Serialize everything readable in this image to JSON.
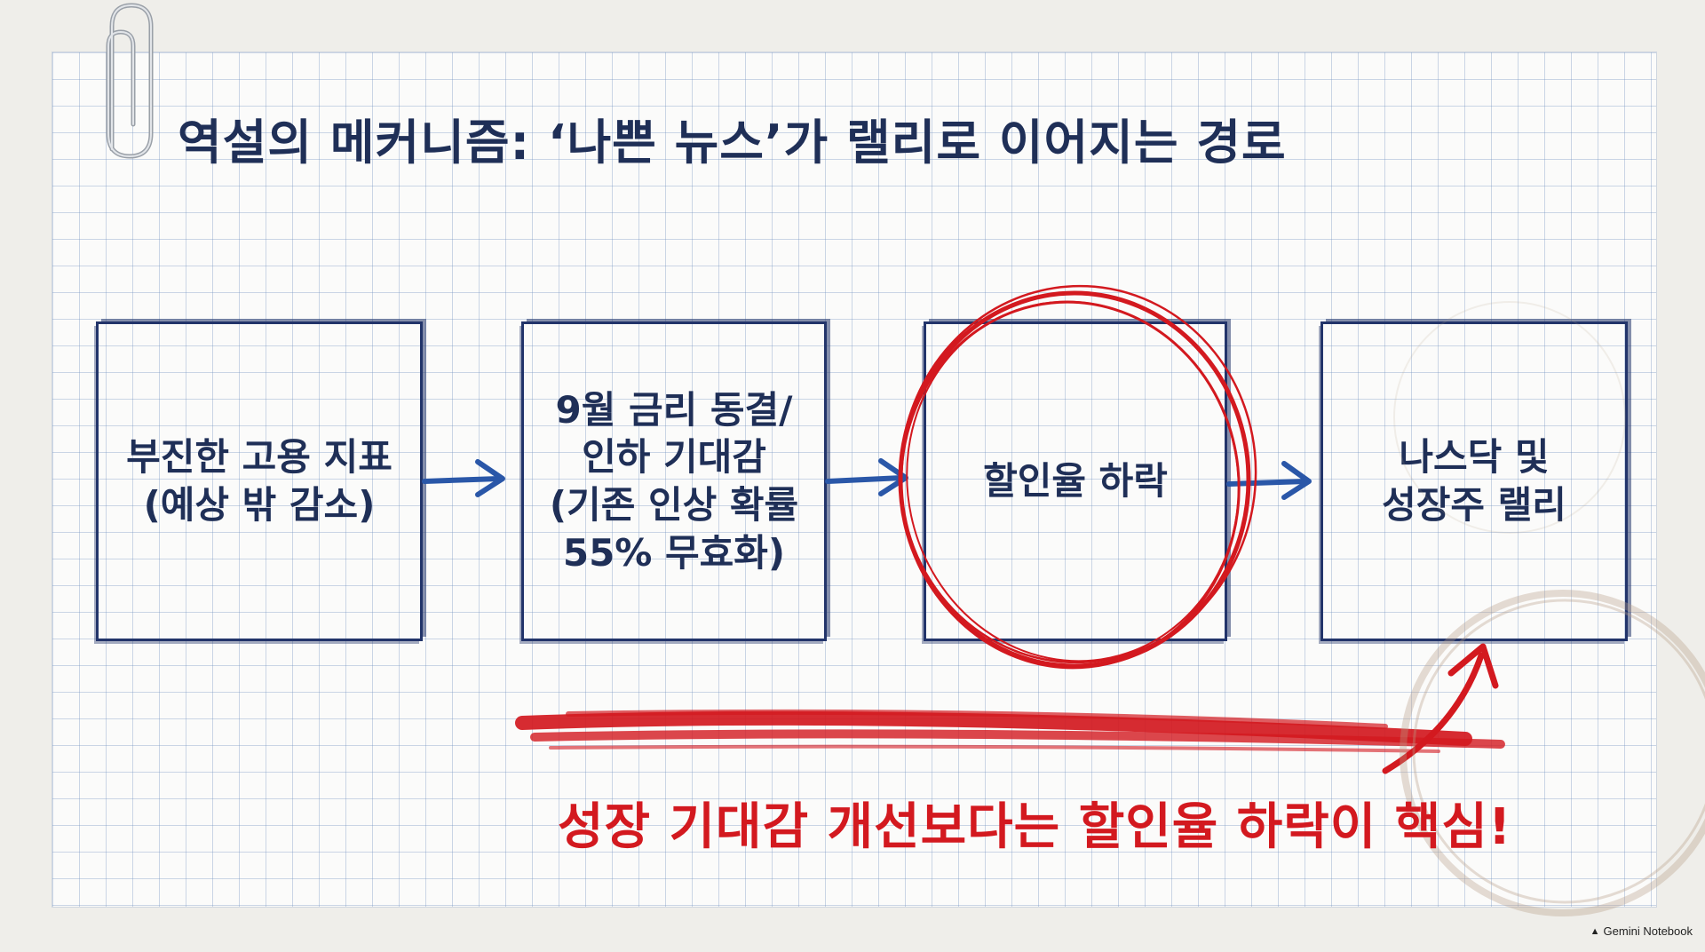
{
  "title": "역설의 메커니즘: ‘나쁜 뉴스’가 랠리로 이어지는 경로",
  "steps": [
    {
      "label": "부진한 고용 지표\n(예상 밖 감소)"
    },
    {
      "label": "9월 금리 동결/\n인하 기대감\n(기존 인상 확률\n55% 무효화)"
    },
    {
      "label": "할인율 하락"
    },
    {
      "label": "나스닥 및\n성장주 랠리"
    }
  ],
  "emphasis": {
    "circled_step": 3
  },
  "caption": "성장 기대감 개선보다는 할인율 하락이 핵심!",
  "watermark": {
    "icon": "gemini-spark-icon",
    "text": "Gemini Notebook"
  },
  "colors": {
    "ink": "#1f2f57",
    "arrow": "#2a57a8",
    "accent_red": "#d3191f",
    "grid": "#8fa6c8"
  }
}
